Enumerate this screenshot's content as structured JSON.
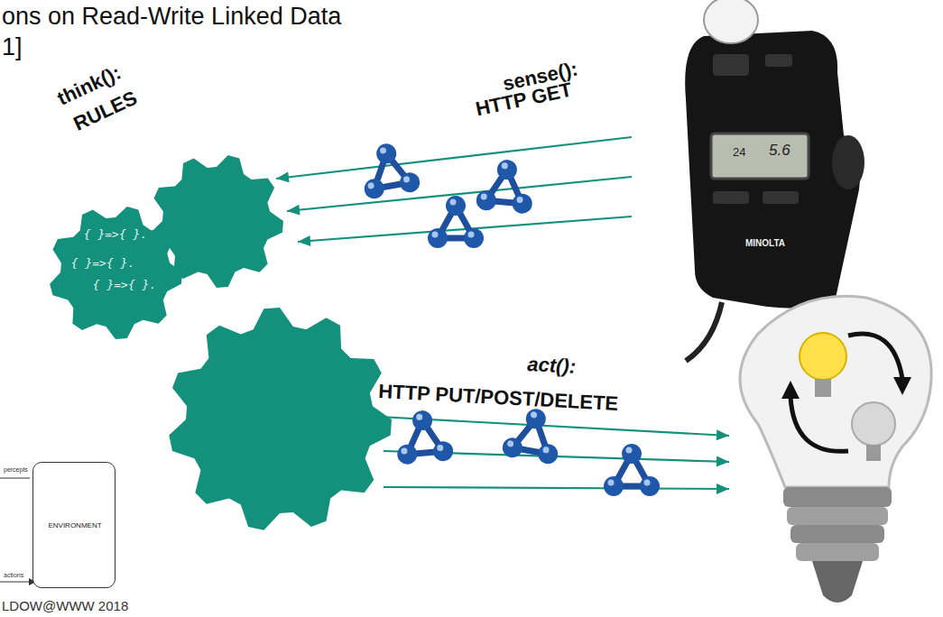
{
  "diagram": {
    "title": "ons on Read-Write Linked Data",
    "nodes": [
      {
        "text": [
          "{ }=>{ }.",
          "{ }=>{ }.",
          "{ }=>{ }."
        ]
      },
      {
        "text": [
          "ENVIRONMENT"
        ]
      }
    ],
    "labels": [
      "1]",
      "sense():",
      "HTTP GET",
      "think():",
      "RULES",
      "act():",
      "HTTP PUT/POST/DELETE",
      "MINOLTA",
      "24",
      "5.6",
      "percepts",
      "actions",
      "LDOW@WWW 2018"
    ]
  }
}
